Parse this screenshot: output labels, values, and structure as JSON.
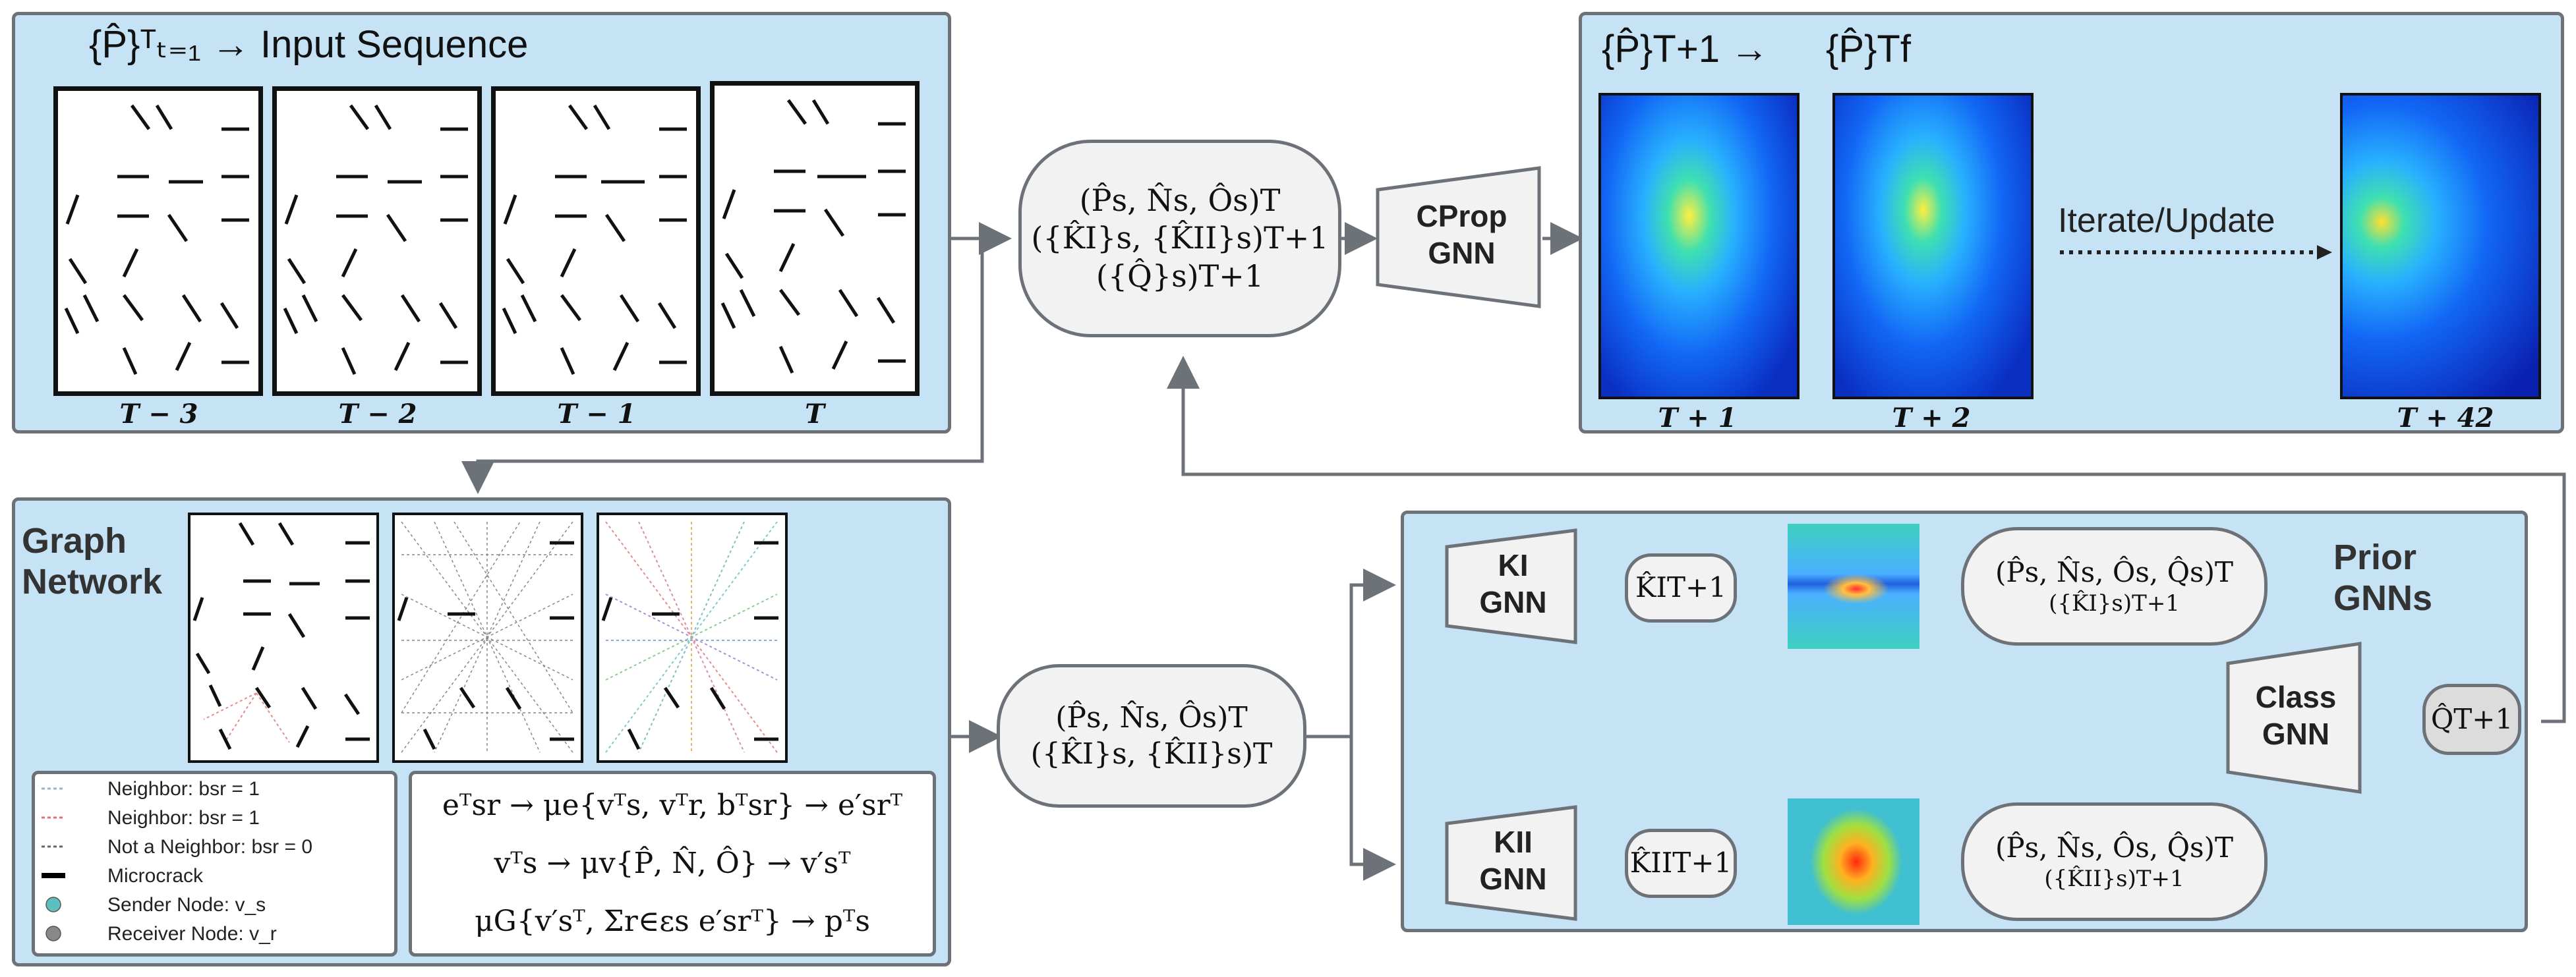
{
  "input_panel": {
    "title": "{P̂}ᵀₜ₌₁ → Input Sequence",
    "frames": [
      {
        "label": "T − 3"
      },
      {
        "label": "T − 2"
      },
      {
        "label": "T − 1"
      },
      {
        "label": "T"
      }
    ]
  },
  "center_pill": {
    "line1": "(P̂s, N̂s, Ôs)T",
    "line2": "({K̂I}s, {K̂II}s)T+1",
    "line3": "({Q̂}s)T+1"
  },
  "cprop": {
    "line1": "CProp",
    "line2": "GNN"
  },
  "output_panel": {
    "title_left": "{P̂}T+1 →",
    "title_right": "{P̂}Tf",
    "iterate_label": "Iterate/Update",
    "frames": [
      {
        "label": "T + 1"
      },
      {
        "label": "T + 2"
      },
      {
        "label": "T + 42"
      }
    ]
  },
  "graph_panel": {
    "title_line1": "Graph",
    "title_line2": "Network",
    "legend": [
      {
        "text": "Neighbor: bsr = 1",
        "style": "dashed",
        "color": "#8fb8cf"
      },
      {
        "text": "Neighbor: bsr = 1",
        "style": "dashed",
        "color": "#e07070"
      },
      {
        "text": "Not a Neighbor: bsr = 0",
        "style": "dashed",
        "color": "#666666"
      },
      {
        "text": "Microcrack",
        "style": "solid",
        "color": "#000000"
      },
      {
        "text": "Sender Node: v_s",
        "style": "dot",
        "color": "#5fbfbf"
      },
      {
        "text": "Receiver Node: v_r",
        "style": "dot",
        "color": "#888888"
      }
    ],
    "formulas": {
      "f1": "eᵀsr → μe{vᵀs, vᵀr, bᵀsr} → e′srᵀ",
      "f2": "vᵀs → μv{P̂, N̂, Ô} → v′sᵀ",
      "f3": "μG{v′sᵀ, Σr∈εs e′srᵀ} → pᵀs"
    }
  },
  "mid_pill": {
    "line1": "(P̂s, N̂s, Ôs)T",
    "line2": "({K̂I}s, {K̂II}s)T"
  },
  "prior_panel": {
    "title": "Prior GNNs",
    "ki_gnn": {
      "line1": "KI",
      "line2": "GNN"
    },
    "kii_gnn": {
      "line1": "KII",
      "line2": "GNN"
    },
    "ki_out": "K̂IT+1",
    "kii_out": "K̂IIT+1",
    "ki_pill": {
      "line1": "(P̂s, N̂s, Ôs, Q̂s)T",
      "line2": "({K̂I}s)T+1"
    },
    "kii_pill": {
      "line1": "(P̂s, N̂s, Ôs, Q̂s)T",
      "line2": "({K̂II}s)T+1"
    },
    "class_gnn": {
      "line1": "Class",
      "line2": "GNN"
    },
    "q_out": "Q̂T+1"
  },
  "colors": {
    "panel_fill": "#c5e3f5",
    "panel_border": "#6d7278",
    "pill_fill": "#f2f2f2",
    "arrow": "#6d7278"
  }
}
